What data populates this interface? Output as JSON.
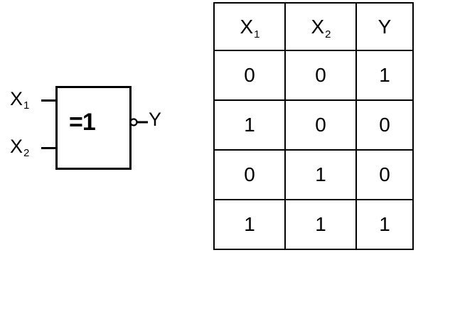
{
  "figure": {
    "gate": {
      "operator_label": "=1",
      "inputs": [
        {
          "name": "X",
          "subscript": "1"
        },
        {
          "name": "X",
          "subscript": "2"
        }
      ],
      "output": {
        "name": "Y"
      },
      "has_inversion_bubble": true,
      "gate_type": "XNOR",
      "stroke_color": "#000000",
      "fill_color": "#ffffff"
    },
    "background_color": "#ffffff"
  },
  "truth_table": {
    "headers": [
      {
        "name": "X",
        "subscript": "1"
      },
      {
        "name": "X",
        "subscript": "2"
      },
      {
        "name": "Y",
        "subscript": ""
      }
    ],
    "rows": [
      [
        "0",
        "0",
        "1"
      ],
      [
        "1",
        "0",
        "0"
      ],
      [
        "0",
        "1",
        "0"
      ],
      [
        "1",
        "1",
        "1"
      ]
    ],
    "border_color": "#000000"
  }
}
